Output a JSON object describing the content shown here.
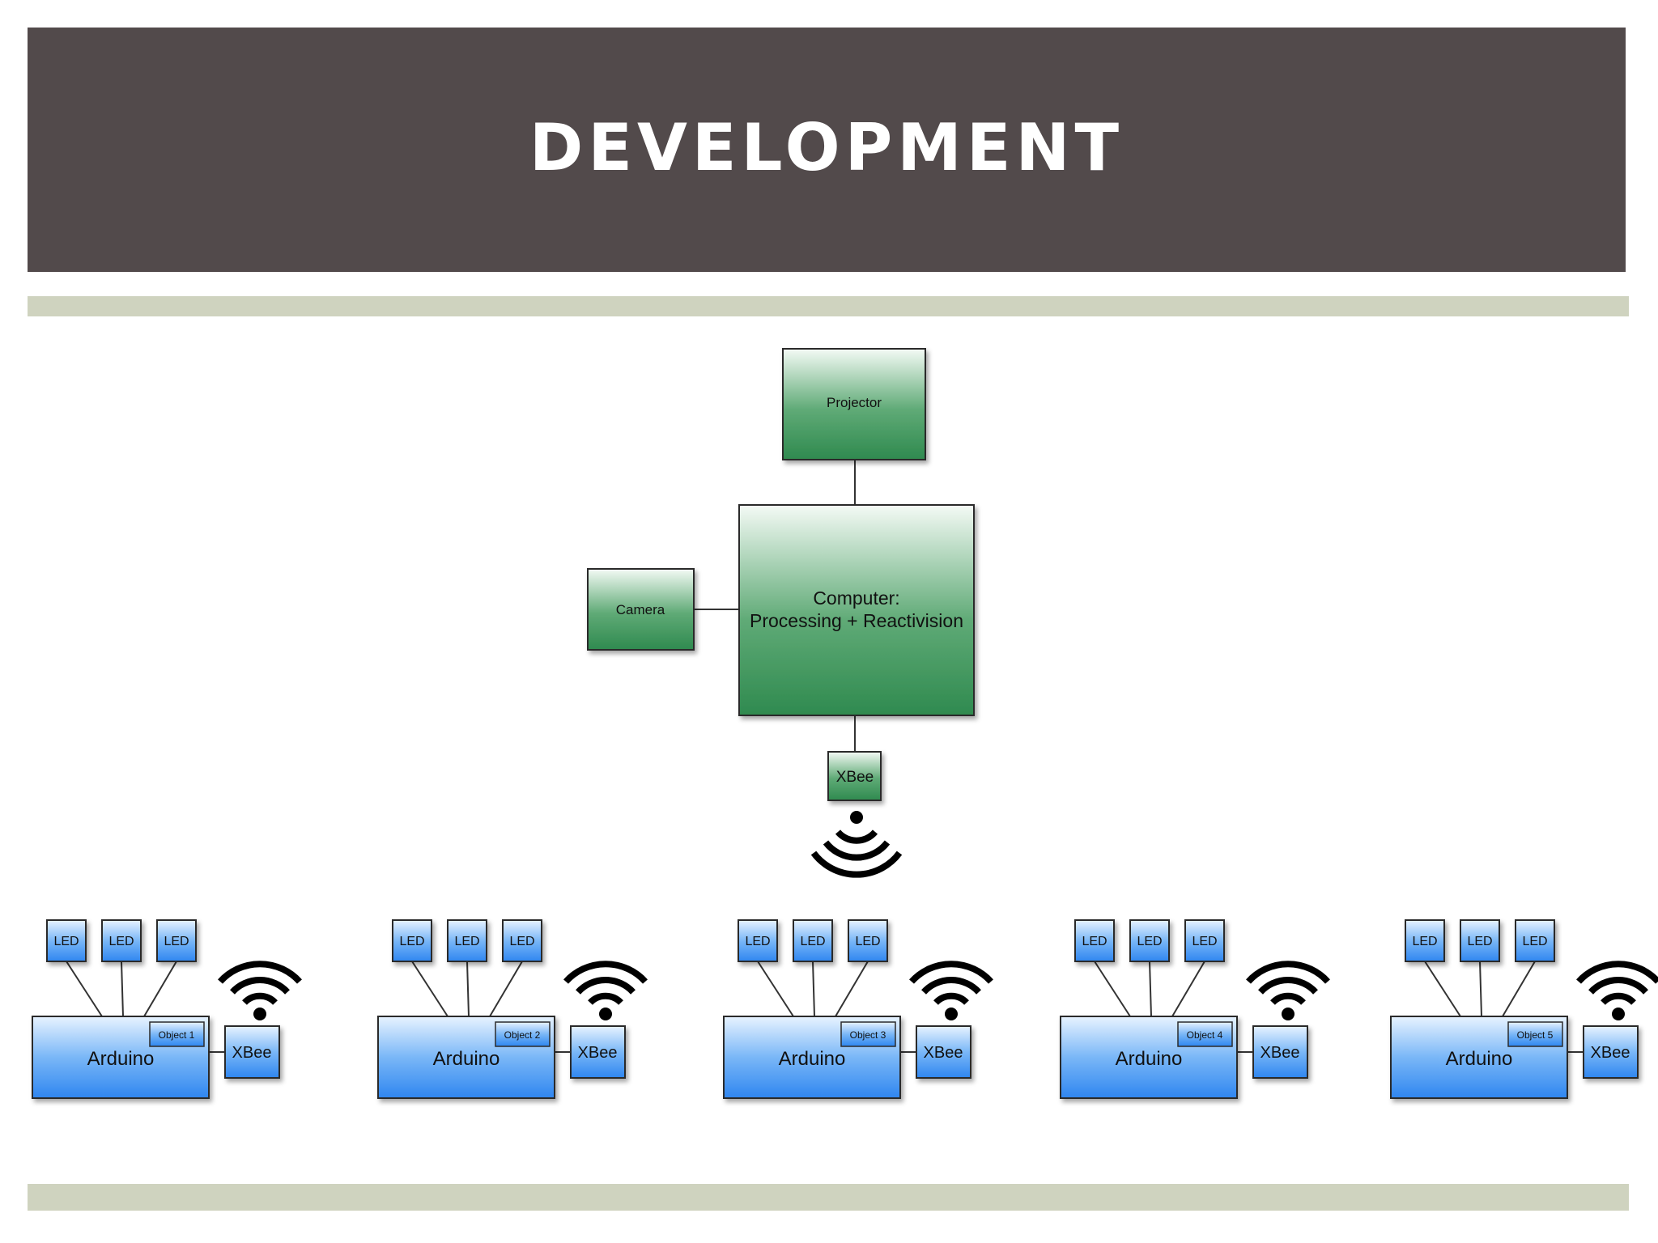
{
  "slide": {
    "title": "DEVELOPMENT"
  },
  "diagram": {
    "projector": "Projector",
    "computer_line1": "Computer:",
    "computer_line2": "Processing + Reactivision",
    "camera": "Camera",
    "xbee_main": "XBee",
    "objects": [
      {
        "object_label": "Object 1",
        "arduino": "Arduino",
        "xbee": "XBee",
        "leds": [
          "LED",
          "LED",
          "LED"
        ]
      },
      {
        "object_label": "Object 2",
        "arduino": "Arduino",
        "xbee": "XBee",
        "leds": [
          "LED",
          "LED",
          "LED"
        ]
      },
      {
        "object_label": "Object 3",
        "arduino": "Arduino",
        "xbee": "XBee",
        "leds": [
          "LED",
          "LED",
          "LED"
        ]
      },
      {
        "object_label": "Object 4",
        "arduino": "Arduino",
        "xbee": "XBee",
        "leds": [
          "LED",
          "LED",
          "LED"
        ]
      },
      {
        "object_label": "Object 5",
        "arduino": "Arduino",
        "xbee": "XBee",
        "leds": [
          "LED",
          "LED",
          "LED"
        ]
      }
    ]
  },
  "colors": {
    "title_bar": "#524a4b",
    "rule": "#cfd3bf",
    "green_top": "#f4faf5",
    "green_bottom": "#2f8a4f",
    "blue_top": "#e8f3ff",
    "blue_bottom": "#2f86f0"
  }
}
